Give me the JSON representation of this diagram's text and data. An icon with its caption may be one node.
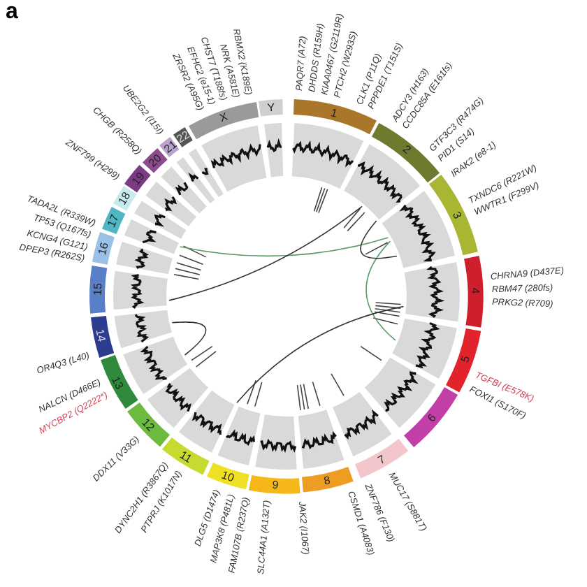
{
  "diagram": {
    "labels": [
      "a"
    ],
    "nodes": [
      {
        "text": [
          "1"
        ],
        "beside": [
          "PAQR7 (A72)",
          "DHDDS (R159H)",
          "KIAA0467 (G2119R)",
          "PTCH2 (W293S)",
          "CLK1 (P11Q)",
          "PPPDE1 (T151S)"
        ]
      },
      {
        "text": [
          "2"
        ],
        "beside": [
          "ADCY3 (H163)",
          "CCDC85A (E161fs)",
          "GTF3C3 (R474G)",
          "PID1 (S14)"
        ]
      },
      {
        "text": [
          "3"
        ],
        "beside": [
          "IRAK2 (e8-1)",
          "TXNDC6 (R221W)",
          "WWTR1 (F299V)"
        ]
      },
      {
        "text": [
          "4"
        ],
        "beside": [
          "CHRNA9 (D437E)",
          "RBM47 (280fs)",
          "PRKG2 (R709)"
        ]
      },
      {
        "text": [
          "5"
        ],
        "beside": [
          "TGFBI (E578K)",
          "FOXI1 (S170F)"
        ]
      },
      {
        "text": [
          "6"
        ]
      },
      {
        "text": [
          "7"
        ],
        "beside": [
          "MUC17 (S881T)",
          "ZNF786 (F130)"
        ]
      },
      {
        "text": [
          "8"
        ],
        "beside": [
          "CSMD1 (A4083)"
        ]
      },
      {
        "text": [
          "9"
        ],
        "beside": [
          "JAK2 (I1067)",
          "SLC44A1 (A132T)"
        ]
      },
      {
        "text": [
          "10"
        ],
        "beside": [
          "FAM107B (R237Q)",
          "MAP3K8 (P481L)",
          "DLG5 (D1474)"
        ]
      },
      {
        "text": [
          "11"
        ],
        "beside": [
          "PTPRJ (K1017N)",
          "DYNC2H1 (R3867Q)"
        ]
      },
      {
        "text": [
          "12"
        ],
        "beside": [
          "DDX11 (V33G)"
        ]
      },
      {
        "text": [
          "13"
        ],
        "beside": [
          "MYCBP2 (Q2222*)",
          "NALCN (D466E)"
        ]
      },
      {
        "text": [
          "14"
        ],
        "beside": [
          "OR4Q3 (L40)"
        ]
      },
      {
        "text": [
          "15"
        ]
      },
      {
        "text": [
          "16"
        ],
        "beside": [
          "DPEP3 (R262S)",
          "KCNG4 (G121)"
        ]
      },
      {
        "text": [
          "17"
        ],
        "beside": [
          "TP53 (Q167fs)",
          "TADA2L (R339W)"
        ]
      },
      {
        "text": [
          "18"
        ]
      },
      {
        "text": [
          "19"
        ],
        "beside": [
          "ZNF799 (H299)"
        ]
      },
      {
        "text": [
          "20"
        ],
        "beside": [
          "CHGB (R258Q)"
        ]
      },
      {
        "text": [
          "21"
        ],
        "beside": [
          "UBE2G2 (I15I)"
        ]
      },
      {
        "text": [
          "22"
        ]
      },
      {
        "text": [
          "X"
        ],
        "beside": [
          "ZRSR2 (A95G)",
          "EFHC2 (e15-1)",
          "CHST7 (T188fs)",
          "NRK (A581E)",
          "RBMX2 (K189E)"
        ]
      },
      {
        "text": [
          "Y"
        ]
      }
    ]
  }
}
